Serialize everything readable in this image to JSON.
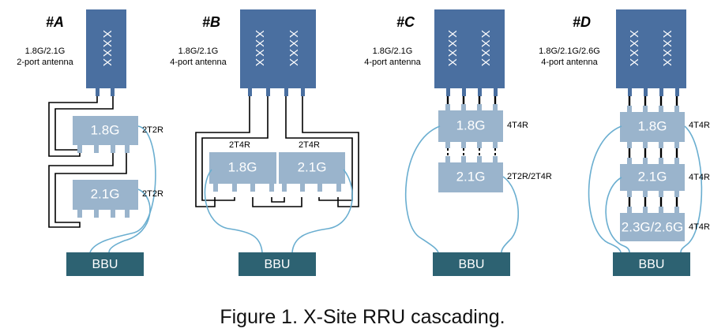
{
  "sites": [
    {
      "id": "A",
      "title": "#A",
      "antenna": {
        "band": "1.8G/2.1G",
        "type": "2-port antenna",
        "elements": [
          "XXXX"
        ]
      },
      "rrus": [
        {
          "label": "1.8G",
          "mode": "2T2R"
        },
        {
          "label": "2.1G",
          "mode": "2T2R"
        }
      ],
      "bbu": "BBU"
    },
    {
      "id": "B",
      "title": "#B",
      "antenna": {
        "band": "1.8G/2.1G",
        "type": "4-port antenna",
        "elements": [
          "XXXX",
          "XXXX"
        ]
      },
      "rrus": [
        {
          "label": "1.8G",
          "mode": "2T4R"
        },
        {
          "label": "2.1G",
          "mode": "2T4R"
        }
      ],
      "bbu": "BBU"
    },
    {
      "id": "C",
      "title": "#C",
      "antenna": {
        "band": "1.8G/2.1G",
        "type": "4-port antenna",
        "elements": [
          "XXXX",
          "XXXX"
        ]
      },
      "rrus": [
        {
          "label": "1.8G",
          "mode": "4T4R"
        },
        {
          "label": "2.1G",
          "mode": "2T2R/2T4R"
        }
      ],
      "bbu": "BBU"
    },
    {
      "id": "D",
      "title": "#D",
      "antenna": {
        "band": "1.8G/2.1G/2.6G",
        "type": "4-port antenna",
        "elements": [
          "XXXX",
          "XXXX"
        ]
      },
      "rrus": [
        {
          "label": "1.8G",
          "mode": "4T4R"
        },
        {
          "label": "2.1G",
          "mode": "4T4R"
        },
        {
          "label": "2.3G/2.6G",
          "mode": "4T4R"
        }
      ],
      "bbu": "BBU"
    }
  ],
  "caption": "Figure 1. X-Site RRU cascading.",
  "colors": {
    "antenna": "#4a6fa0",
    "rru": "#9ab4cc",
    "bbu": "#2d6272",
    "fiber": "#6aaed0",
    "cable": "#000000"
  }
}
